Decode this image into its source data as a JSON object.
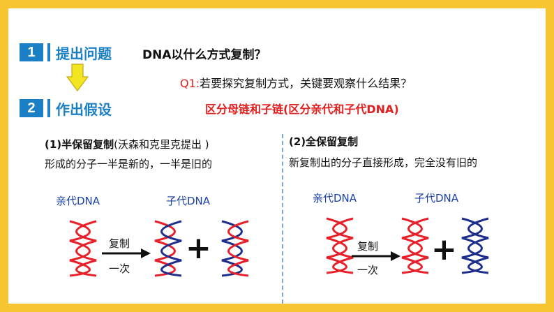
{
  "step1": {
    "number": "1",
    "label": "提出问题"
  },
  "step2": {
    "number": "2",
    "label": "作出假设"
  },
  "question": "DNA以什么方式复制？",
  "q1": {
    "tag": "Q1:",
    "text": "若要探究复制方式，关键要观察什么结果？"
  },
  "answer": "区分母链和子链(区分亲代和子代DNA)",
  "semi": {
    "heading": "(1)半保留复制",
    "heading_note": "(沃森和克里克提出 )",
    "description": "形成的分子一半是新的，一半是旧的",
    "parent_label": "亲代DNA",
    "child_label": "子代DNA",
    "arrow_top": "复制",
    "arrow_bottom": "一次",
    "plus": "+"
  },
  "full": {
    "heading": "(2)全保留复制",
    "description": "新复制出的分子直接形成，完全没有旧的",
    "parent_label": "亲代DNA",
    "child_label": "子代DNA",
    "arrow_top": "复制",
    "arrow_bottom": "一次",
    "plus": "+"
  },
  "colors": {
    "parent_strand": "#e8202a",
    "new_strand": "#1e2e8c",
    "accent": "#1a7fc4",
    "border": "#f7c531",
    "arrow_down": "#f2e622"
  }
}
